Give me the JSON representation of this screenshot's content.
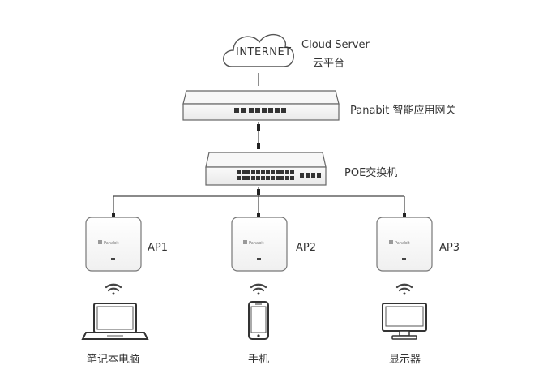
{
  "internet": {
    "cloud_label": "INTERNET",
    "server_label": "Cloud Server",
    "server_label_cn": "云平台"
  },
  "gateway": {
    "label": "Panabit 智能应用网关"
  },
  "poe_switch": {
    "label": "POE交换机"
  },
  "access_points": [
    {
      "label": "AP1",
      "brand": "Panabit"
    },
    {
      "label": "AP2",
      "brand": "Panabit"
    },
    {
      "label": "AP3",
      "brand": "Panabit"
    }
  ],
  "clients": [
    {
      "label": "笔记本电脑",
      "device": "laptop-icon"
    },
    {
      "label": "手机",
      "device": "phone-icon"
    },
    {
      "label": "显示器",
      "device": "monitor-icon"
    }
  ]
}
